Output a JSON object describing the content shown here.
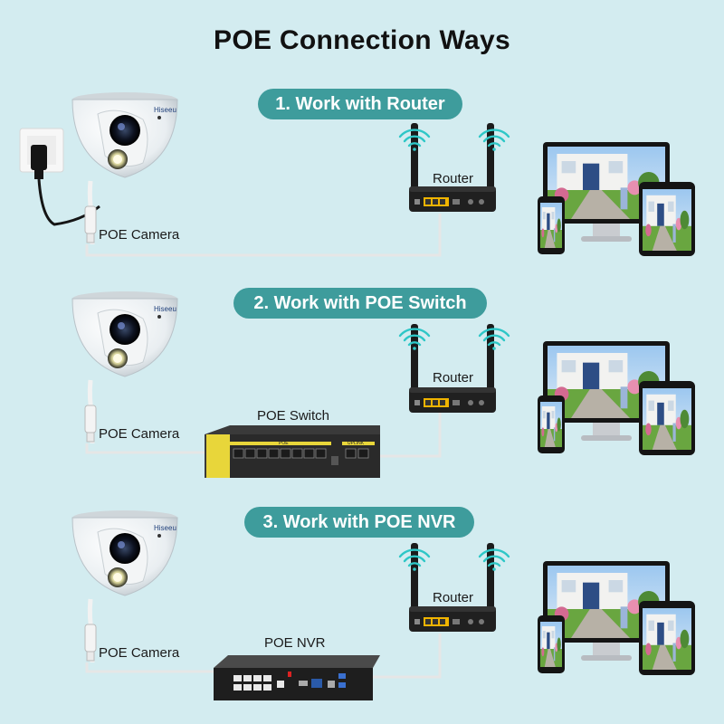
{
  "title": "POE Connection Ways",
  "sections": [
    {
      "heading": "1. Work with Router",
      "camera_label": "POE Camera",
      "router_label": "Router"
    },
    {
      "heading": "2. Work with POE Switch",
      "camera_label": "POE Camera",
      "switch_label": "POE Switch",
      "router_label": "Router",
      "switch_port_group": "POE",
      "switch_uplink": "UPLINK"
    },
    {
      "heading": "3. Work with POE NVR",
      "camera_label": "POE Camera",
      "nvr_label": "POE NVR",
      "router_label": "Router"
    }
  ],
  "camera_brand": "Hiseeu",
  "colors": {
    "background": "#d3ecf0",
    "pill": "#3e9c9c",
    "switch_accent": "#e8d63a",
    "router_ports": "#f0b400",
    "cable": "#e6e6e6"
  },
  "icons": [
    "power-outlet-icon",
    "power-adapter-icon",
    "camera-icon",
    "router-icon",
    "wifi-icon",
    "poe-switch-icon",
    "nvr-icon",
    "monitor-icon",
    "tablet-icon",
    "phone-icon"
  ]
}
